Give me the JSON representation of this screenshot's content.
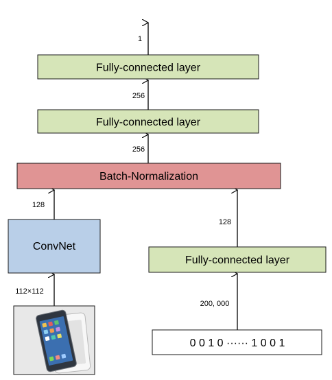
{
  "diagram": {
    "nodes": {
      "fc_top": {
        "label": "Fully-connected layer",
        "fill": "#d6e5b8"
      },
      "fc_mid": {
        "label": "Fully-connected layer",
        "fill": "#d6e5b8"
      },
      "batch_norm": {
        "label": "Batch-Normalization",
        "fill": "#e09494"
      },
      "convnet": {
        "label": "ConvNet",
        "fill": "#b9cfe8"
      },
      "fc_bottom": {
        "label": "Fully-connected layer",
        "fill": "#d6e5b8"
      },
      "binary_vector": {
        "label": "0 0 1 0 ······ 1 0 0 1",
        "fill": "#ffffff"
      },
      "phone_image": {
        "icon": "smartphone-photo-icon",
        "fill": "#e8e8e8"
      }
    },
    "edge_labels": {
      "output": "1",
      "fc_mid_to_fc_top": "256",
      "bn_to_fc_mid": "256",
      "convnet_to_bn": "128",
      "fc_bottom_to_bn": "128",
      "image_to_convnet": "112×112",
      "vector_to_fc_bottom": "200, 000"
    }
  }
}
